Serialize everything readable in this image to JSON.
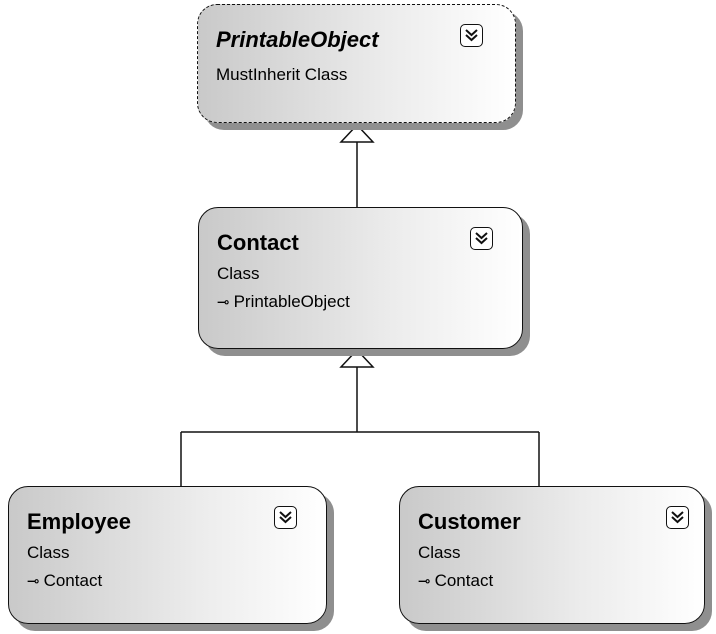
{
  "nodes": {
    "printable": {
      "name": "PrintableObject",
      "kind": "MustInherit Class",
      "toggle_icon": "double-chevron-down-icon"
    },
    "contact": {
      "name": "Contact",
      "kind": "Class",
      "base": "PrintableObject",
      "toggle_icon": "double-chevron-down-icon"
    },
    "employee": {
      "name": "Employee",
      "kind": "Class",
      "base": "Contact",
      "toggle_icon": "double-chevron-down-icon"
    },
    "customer": {
      "name": "Customer",
      "kind": "Class",
      "base": "Contact",
      "toggle_icon": "double-chevron-down-icon"
    }
  },
  "inheritance_arrow_glyph": "⊸",
  "edges": [
    {
      "from": "contact",
      "to": "printable",
      "type": "inheritance"
    },
    {
      "from": "employee",
      "to": "contact",
      "type": "inheritance"
    },
    {
      "from": "customer",
      "to": "contact",
      "type": "inheritance"
    }
  ],
  "colors": {
    "border": "#111111",
    "shadow": "#8f8f8f",
    "gradient_start": "#c9c9c9",
    "gradient_end": "#ffffff"
  }
}
